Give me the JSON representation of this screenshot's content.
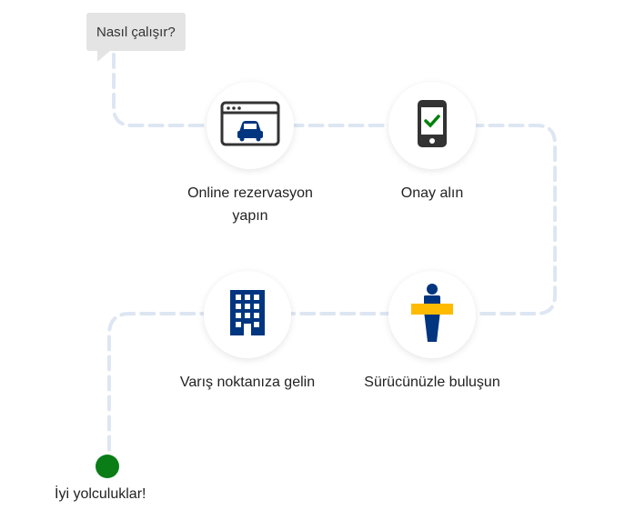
{
  "intro": {
    "bubble_text": "Nasıl çalışır?"
  },
  "steps": [
    {
      "label": "Online rezervasyon yapın",
      "icon": "car-browser-icon"
    },
    {
      "label": "Onay alın",
      "icon": "phone-check-icon"
    },
    {
      "label": "Sürücünüzle buluşun",
      "icon": "driver-sign-icon"
    },
    {
      "label": "Varış noktanıza gelin",
      "icon": "building-icon"
    }
  ],
  "finish": {
    "label": "İyi yolculuklar!"
  },
  "colors": {
    "path": "#dde6f2",
    "icon_dark": "#333333",
    "icon_blue": "#003580",
    "check_green": "#008009",
    "sign_yellow": "#febb02",
    "finish_dot": "#0a7d16"
  }
}
